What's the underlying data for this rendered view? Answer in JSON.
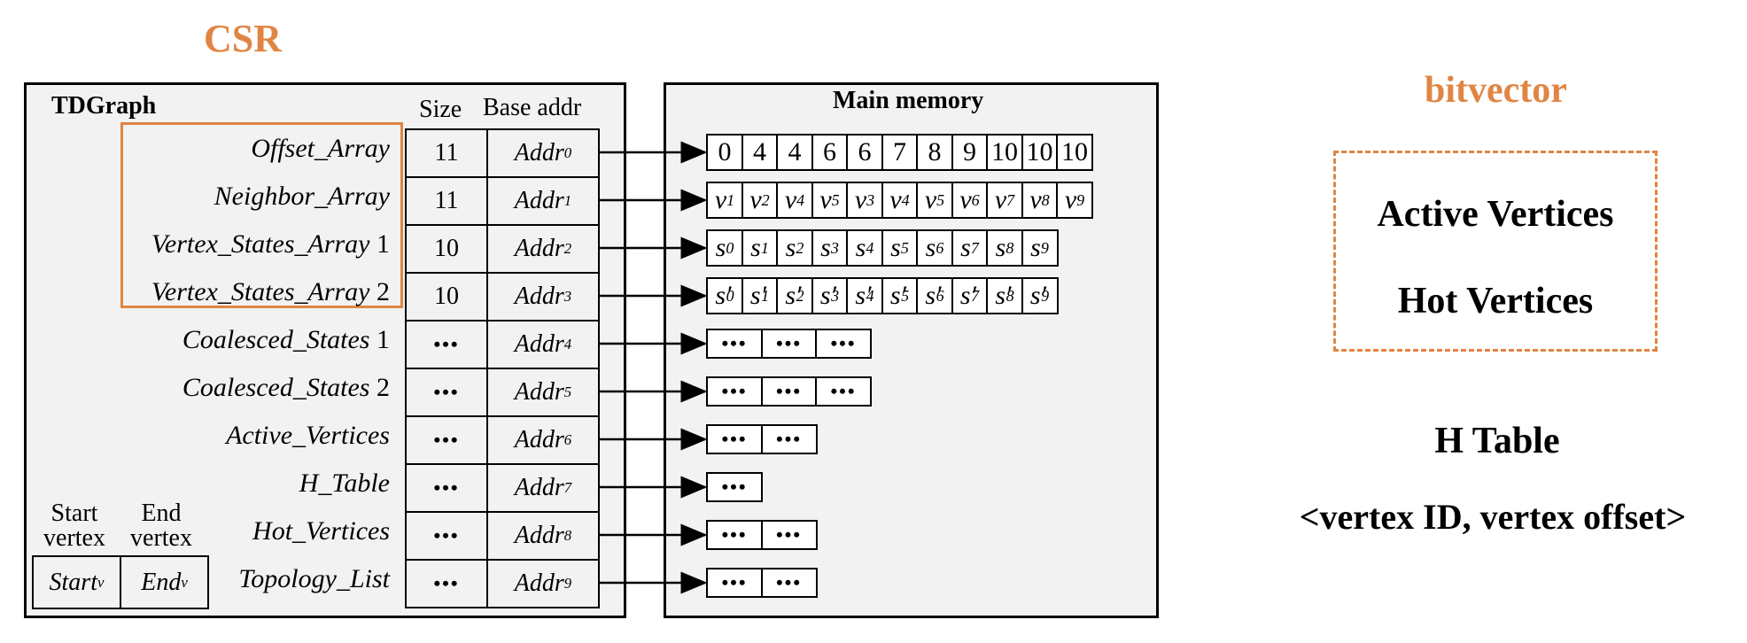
{
  "csr_label": "CSR",
  "tdgraph": {
    "title": "TDGraph",
    "col_size": "Size",
    "col_base": "Base addr",
    "rows": [
      {
        "label": "Offset_Array",
        "suffix": "",
        "size": "11",
        "addr": "Addr",
        "sub": "0"
      },
      {
        "label": "Neighbor_Array",
        "suffix": "",
        "size": "11",
        "addr": "Addr",
        "sub": "1"
      },
      {
        "label": "Vertex_States_Array",
        "suffix": " 1",
        "size": "10",
        "addr": "Addr",
        "sub": "2"
      },
      {
        "label": "Vertex_States_Array",
        "suffix": " 2",
        "size": "10",
        "addr": "Addr",
        "sub": "3"
      },
      {
        "label": "Coalesced_States",
        "suffix": " 1",
        "size": "•••",
        "addr": "Addr",
        "sub": "4"
      },
      {
        "label": "Coalesced_States",
        "suffix": " 2",
        "size": "•••",
        "addr": "Addr",
        "sub": "5"
      },
      {
        "label": "Active_Vertices",
        "suffix": "",
        "size": "•••",
        "addr": "Addr",
        "sub": "6"
      },
      {
        "label": "H_Table",
        "suffix": "",
        "size": "•••",
        "addr": "Addr",
        "sub": "7"
      },
      {
        "label": "Hot_Vertices",
        "suffix": "",
        "size": "•••",
        "addr": "Addr",
        "sub": "8"
      },
      {
        "label": "Topology_List",
        "suffix": "",
        "size": "•••",
        "addr": "Addr",
        "sub": "9"
      }
    ],
    "start_header": [
      "Start",
      "vertex"
    ],
    "end_header": [
      "End",
      "vertex"
    ],
    "start_cell": "Start",
    "start_sub": "v",
    "end_cell": "End",
    "end_sub": "v"
  },
  "main_memory": {
    "title": "Main memory",
    "offset_values": [
      "0",
      "4",
      "4",
      "6",
      "6",
      "7",
      "8",
      "9",
      "10",
      "10",
      "10"
    ],
    "neighbor_values": [
      {
        "base": "v",
        "sub": "1"
      },
      {
        "base": "v",
        "sub": "2"
      },
      {
        "base": "v",
        "sub": "4"
      },
      {
        "base": "v",
        "sub": "5"
      },
      {
        "base": "v",
        "sub": "3"
      },
      {
        "base": "v",
        "sub": "4"
      },
      {
        "base": "v",
        "sub": "5"
      },
      {
        "base": "v",
        "sub": "6"
      },
      {
        "base": "v",
        "sub": "7"
      },
      {
        "base": "v",
        "sub": "8"
      },
      {
        "base": "v",
        "sub": "9"
      }
    ],
    "states1": [
      "0",
      "1",
      "2",
      "3",
      "4",
      "5",
      "6",
      "7",
      "8",
      "9"
    ],
    "states2": [
      "0",
      "1",
      "2",
      "3",
      "4",
      "5",
      "6",
      "7",
      "8",
      "9"
    ],
    "dot_cells": [
      3,
      3,
      2,
      1,
      2,
      2
    ],
    "dots": "•••"
  },
  "bitvector": {
    "label": "bitvector",
    "items": [
      "Active Vertices",
      "Hot Vertices"
    ]
  },
  "htable": {
    "title": "H Table",
    "desc": "<vertex ID, vertex offset>"
  },
  "colors": {
    "accent": "#e08544",
    "panel": "#f2f2f2"
  }
}
